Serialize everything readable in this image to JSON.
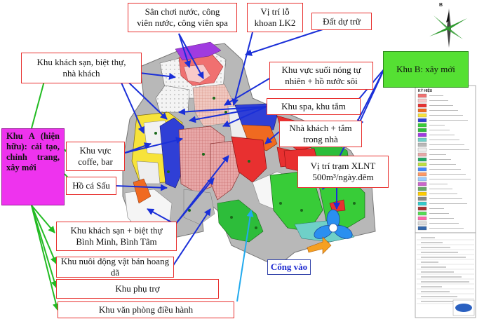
{
  "labels": {
    "water_park": "Sân chơi nước, công\nviên nước, công viên spa",
    "well_lk2": "Vị trí lỗ\nkhoan LK2",
    "reserve_land": "Đất dự trữ",
    "hotel_villa_guest": "Khu khách sạn, biệt thự,\nnhà khách",
    "hot_spring": "Khu vực suối nóng tự\nnhiên + hồ nước sôi",
    "spa_bath": "Khu spa, khu tắm",
    "guesthouse_bath": "Nhà khách + tắm\ntrong nhà",
    "coffee_bar": "Khu vực\ncoffe, bar",
    "crocodile_lake": "Hồ cá Sấu",
    "treatment_station": "Vị trí trạm XLNT\n500m³/ngày.đêm",
    "binh_minh_binh_tam": "Khu khách sạn + biệt thự\nBình Minh, Bình Tâm",
    "semi_wild": "Khu nuôi động vật bán hoang dã",
    "auxiliary": "Khu phụ trợ",
    "office": "Khu văn phòng điều hành",
    "gate": "Cổng vào"
  },
  "zones": {
    "zone_a": "Khu A (hiện hữu): cải tạo, chỉnh trang, xây mới",
    "zone_b": "Khu B: xây mới"
  },
  "legend": {
    "title": "KÝ HIỆU"
  },
  "compass": {
    "north_letter": "B"
  },
  "colors": {
    "label_border": "#e8312f",
    "arrow_blue": "#1a2fd8",
    "arrow_green": "#22bb22",
    "zone_a": "#ee33ee",
    "zone_b": "#55e033",
    "gate_text": "#1e2ad0"
  }
}
